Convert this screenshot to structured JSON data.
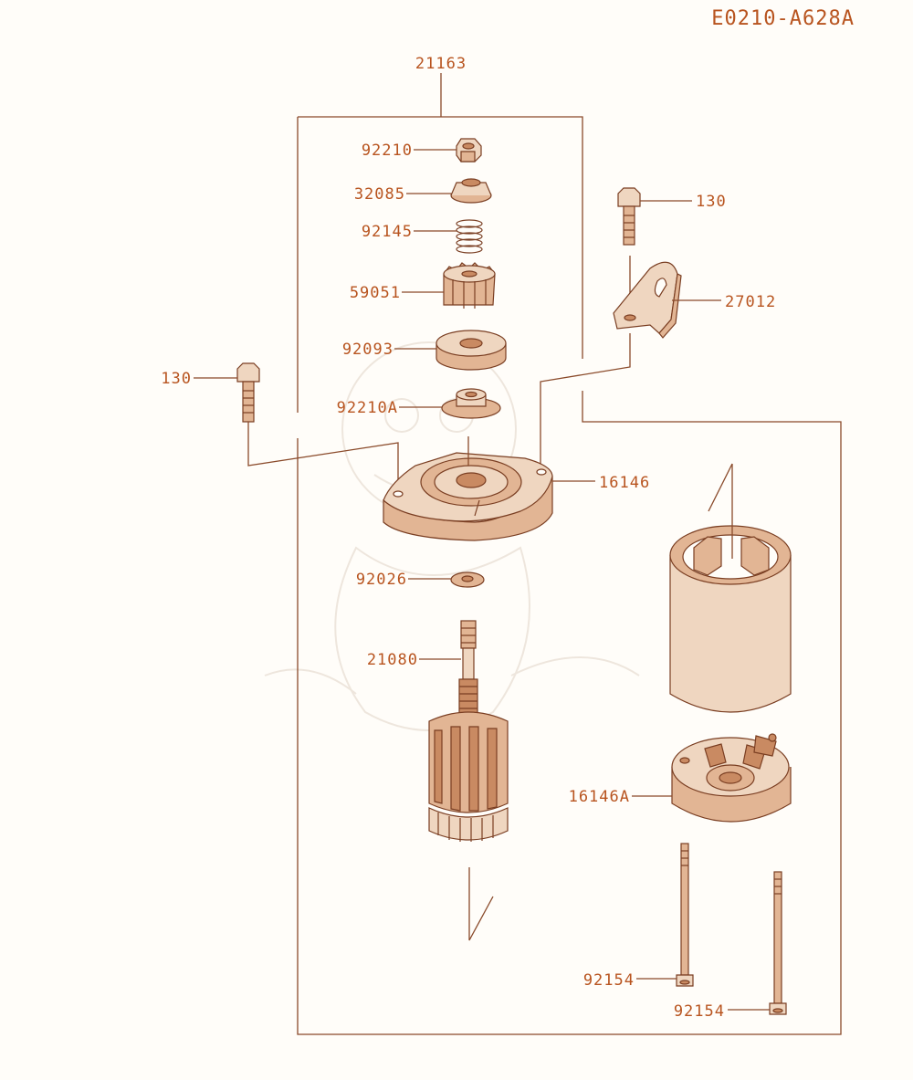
{
  "diagram_code": "E0210-A628A",
  "accent_color": "#b8541f",
  "line_color": "#7a3e22",
  "parts": [
    {
      "id": "p-21163",
      "label": "21163"
    },
    {
      "id": "p-92210",
      "label": "92210"
    },
    {
      "id": "p-32085",
      "label": "32085"
    },
    {
      "id": "p-92145",
      "label": "92145"
    },
    {
      "id": "p-59051",
      "label": "59051"
    },
    {
      "id": "p-92093",
      "label": "92093"
    },
    {
      "id": "p-92210a",
      "label": "92210A"
    },
    {
      "id": "p-130-left",
      "label": "130"
    },
    {
      "id": "p-130-right",
      "label": "130"
    },
    {
      "id": "p-27012",
      "label": "27012"
    },
    {
      "id": "p-16146",
      "label": "16146"
    },
    {
      "id": "p-92026",
      "label": "92026"
    },
    {
      "id": "p-21080",
      "label": "21080"
    },
    {
      "id": "p-16146a",
      "label": "16146A"
    },
    {
      "id": "p-92154-a",
      "label": "92154"
    },
    {
      "id": "p-92154-b",
      "label": "92154"
    }
  ]
}
